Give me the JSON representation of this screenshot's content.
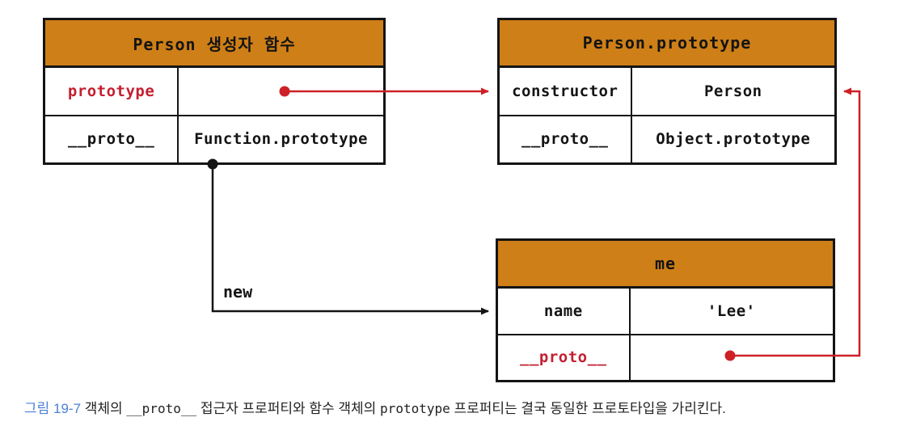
{
  "colors": {
    "header_orange": "#ce7f17",
    "line_black": "#141414",
    "accent_red": "#c32031",
    "arrow_red": "#cd2027",
    "caption_blue": "#4d80d5"
  },
  "tables": {
    "person_constructor": {
      "title": "Person 생성자 함수",
      "rows": [
        {
          "key": "prototype",
          "value": ""
        },
        {
          "key": "__proto__",
          "value": "Function.prototype"
        }
      ]
    },
    "person_prototype": {
      "title": "Person.prototype",
      "rows": [
        {
          "key": "constructor",
          "value": "Person"
        },
        {
          "key": "__proto__",
          "value": "Object.prototype"
        }
      ]
    },
    "me": {
      "title": "me",
      "rows": [
        {
          "key": "name",
          "value": "'Lee'"
        },
        {
          "key": "__proto__",
          "value": ""
        }
      ]
    }
  },
  "edges": {
    "new_label": "new"
  },
  "caption": {
    "label": "그림 19-7",
    "seg1": " 객체의 ",
    "code1": "__proto__",
    "seg2": " 접근자 프로퍼티와 함수 객체의 ",
    "code2": "prototype",
    "seg3": " 프로퍼티는 결국 동일한 프로토타입을 가리킨다."
  }
}
